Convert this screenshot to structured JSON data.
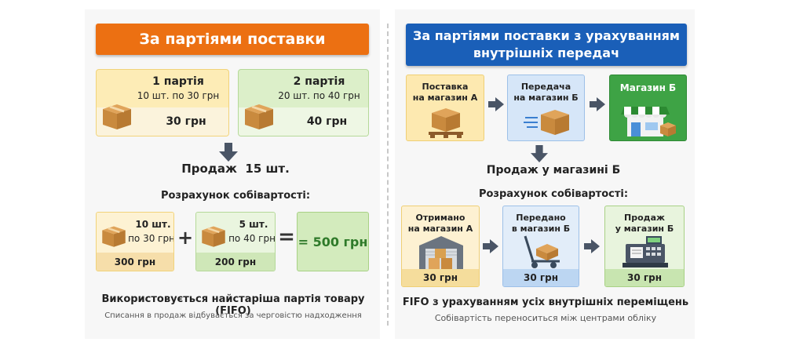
{
  "left": {
    "title": "За партіями поставки",
    "batches": [
      {
        "name": "1 партія",
        "detail": "10 шт. по 30 грн",
        "total": "30 грн",
        "color": "#fdecb6"
      },
      {
        "name": "2 партія",
        "detail": "20 шт. по 40 грн",
        "total": "40 грн",
        "color": "#dcefc9"
      }
    ],
    "sale": "Продаж  15 шт.",
    "calc_title": "Розрахунок собівартості:",
    "calc": {
      "part1_qty": "10 шт.",
      "part1_price": "по 30 грн",
      "part1_sum": "300 грн",
      "plus": "+",
      "part2_qty": "5 шт.",
      "part2_price": "по 40 грн",
      "part2_sum": "200 грн",
      "equals": "=",
      "result": "= 500 грн"
    },
    "footer_main": "Використовується найстаріша партія товару (FIFO)",
    "footer_sub": "Списання в продаж відбувається за черговістю надходження"
  },
  "right": {
    "title_line1": "За партіями поставки з урахуванням",
    "title_line2": "внутрішніх передач",
    "top_flow": [
      {
        "label_line1": "Поставка",
        "label_line2": "на магазин А"
      },
      {
        "label_line1": "Передача",
        "label_line2": "на магазин Б"
      },
      {
        "label_line1": "Магазин Б",
        "label_line2": ""
      }
    ],
    "sale": "Продаж у магазині Б",
    "calc_title": "Розрахунок собівартості:",
    "bottom_flow": [
      {
        "label_line1": "Отримано",
        "label_line2": "на магазин А",
        "price": "30 грн"
      },
      {
        "label_line1": "Передано",
        "label_line2": "в магазин Б",
        "price": "30 грн"
      },
      {
        "label_line1": "Продаж",
        "label_line2": "у магазин Б",
        "price": "30 грн"
      }
    ],
    "footer_main": "FIFO з урахуванням усіх внутрішніх переміщень",
    "footer_sub": "Собівартість переноситься між центрами обліку"
  },
  "colors": {
    "orange": "#ec7012",
    "blue": "#1a5fb8",
    "green_dark": "#2f9a3a",
    "cream": "#fdecb6",
    "light_green": "#dcefc9",
    "light_blue": "#d6e6f8",
    "arrow": "#4a5566"
  },
  "icons": [
    "box-icon",
    "pallet-box-icon",
    "fast-box-icon",
    "shop-icon",
    "warehouse-icon",
    "hand-truck-icon",
    "cash-register-icon"
  ]
}
